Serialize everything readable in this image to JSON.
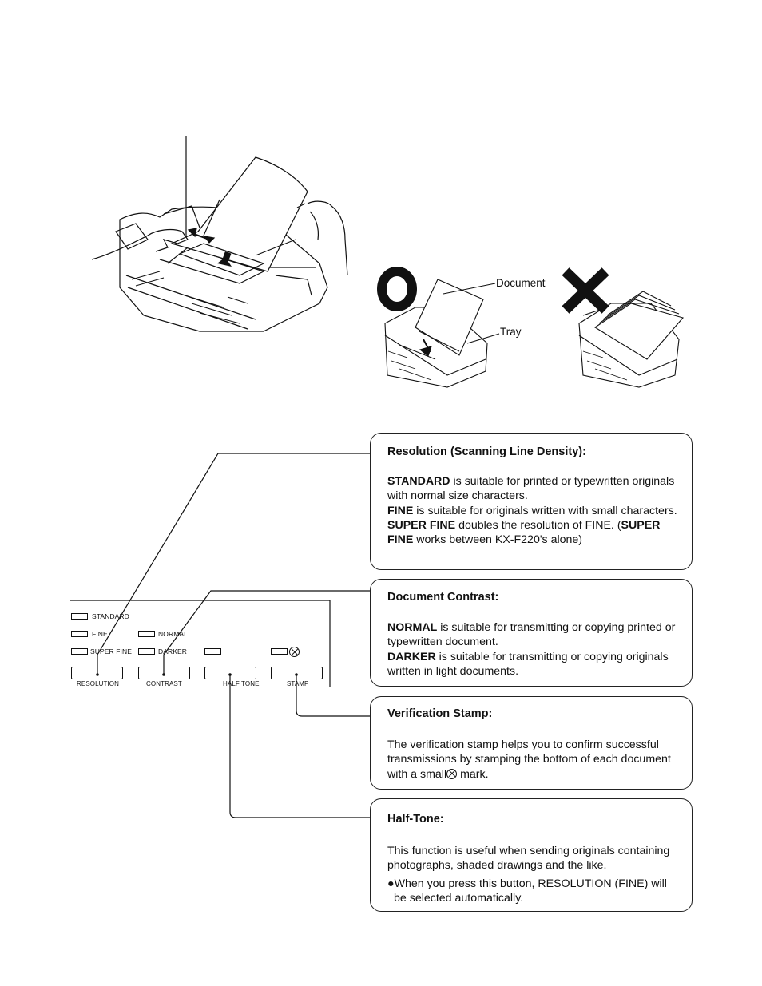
{
  "illustrations": {
    "document_label": "Document",
    "tray_label": "Tray"
  },
  "panel": {
    "indicators": {
      "standard": "STANDARD",
      "fine": "FINE",
      "super_fine": "SUPER FINE",
      "normal": "NORMAL",
      "darker": "DARKER"
    },
    "buttons": {
      "resolution": "RESOLUTION",
      "contrast": "CONTRAST",
      "half_tone": "HALF TONE",
      "stamp": "STAMP"
    }
  },
  "resolution_box": {
    "title": "Resolution (Scanning Line Density):",
    "standard_term": "STANDARD",
    "standard_text": " is suitable for printed or typewritten originals with normal size characters.",
    "fine_term": "FINE",
    "fine_text": " is suitable for originals written with small characters.",
    "super_fine_term": "SUPER FINE",
    "super_fine_text": " doubles the resolution of FINE. (",
    "super_fine_term2": "SUPER FINE",
    "super_fine_text2": " works between KX-F220's alone)"
  },
  "contrast_box": {
    "title": "Document Contrast:",
    "normal_term": "NORMAL",
    "normal_text": " is suitable for transmitting or copying printed or typewritten document.",
    "darker_term": "DARKER",
    "darker_text": " is suitable for transmitting or copying originals written in light documents."
  },
  "stamp_box": {
    "title": "Verification Stamp:",
    "text_before": "The verification stamp helps you to confirm successful transmissions by stamping the bottom of each document with a small",
    "text_after": " mark."
  },
  "halftone_box": {
    "title": "Half-Tone:",
    "text": "This function is useful when sending originals containing photographs, shaded drawings and the like.",
    "bullet": "●When you press this button, RESOLUTION (FINE) will be selected automatically."
  }
}
